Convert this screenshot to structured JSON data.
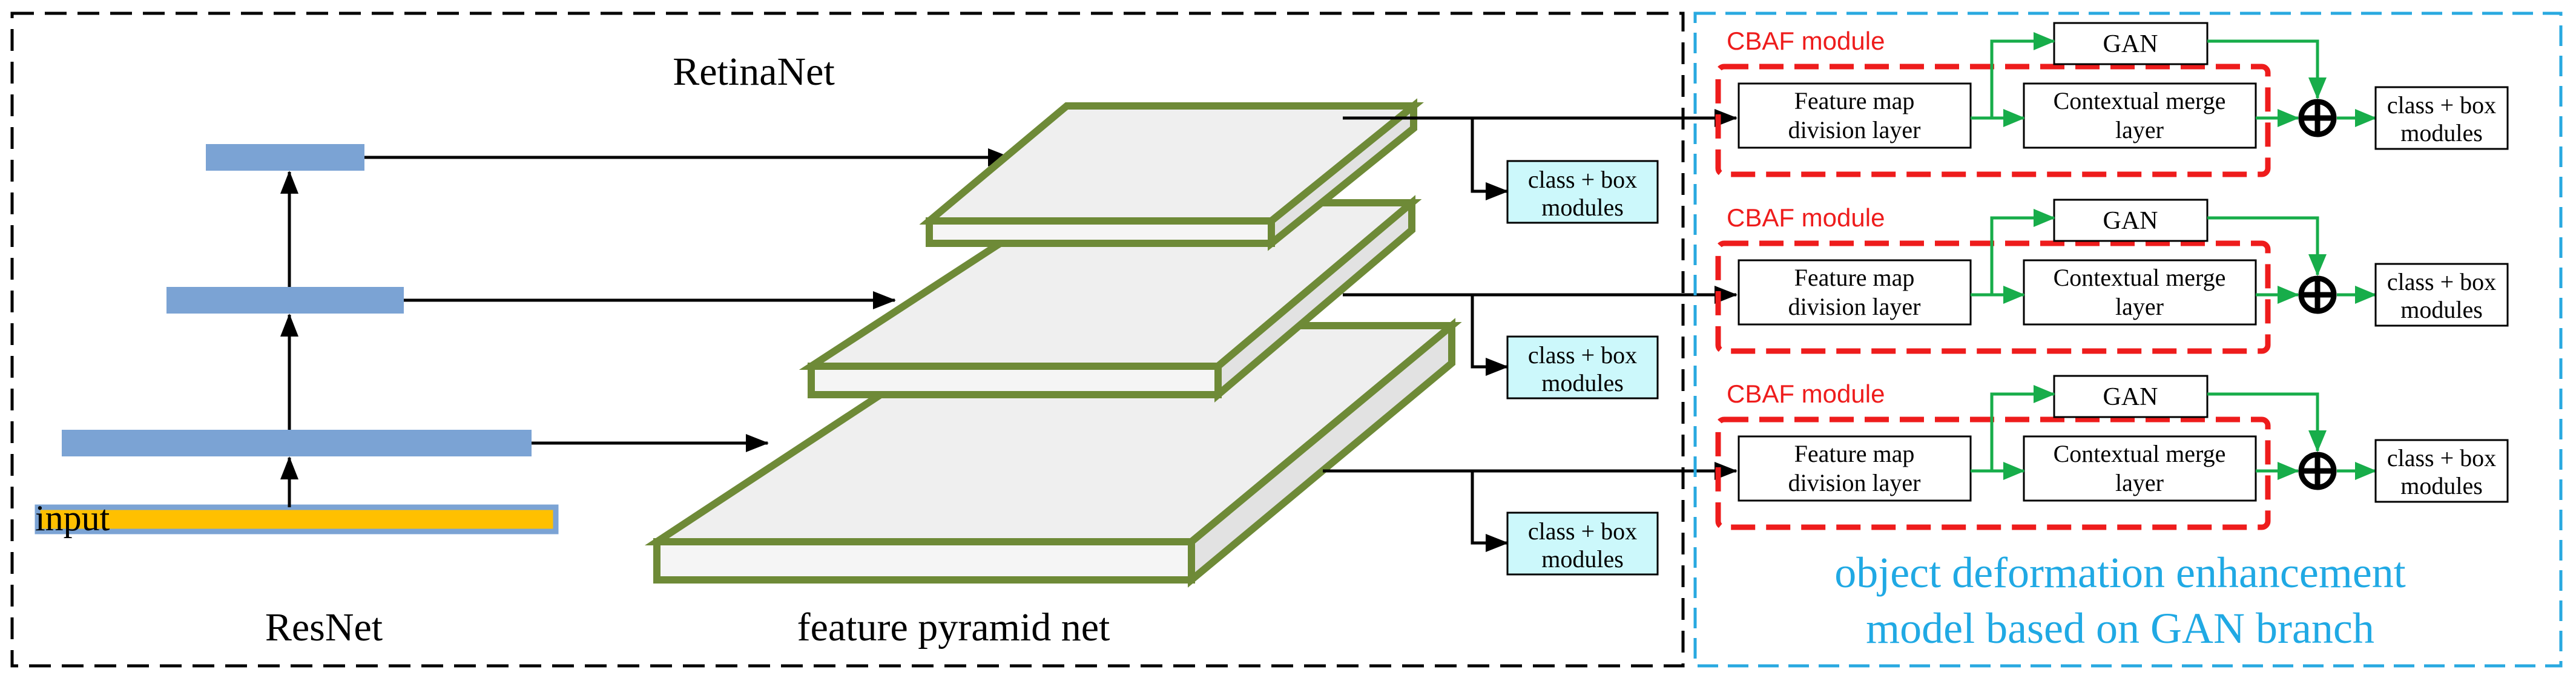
{
  "retina": {
    "title": "RetinaNet",
    "resnet_label": "ResNet",
    "input_label": "input",
    "fpn_label": "feature pyramid net"
  },
  "heads": [
    {
      "line1": "class + box",
      "line2": "modules"
    },
    {
      "line1": "class + box",
      "line2": "modules"
    },
    {
      "line1": "class + box",
      "line2": "modules"
    }
  ],
  "branch": {
    "modules": [
      {
        "cbaf_label": "CBAF module",
        "gan": "GAN",
        "fmd_line1": "Feature map",
        "fmd_line2": "division layer",
        "cm_line1": "Contextual merge",
        "cm_line2": "layer",
        "out_line1": "class + box",
        "out_line2": "modules"
      },
      {
        "cbaf_label": "CBAF module",
        "gan": "GAN",
        "fmd_line1": "Feature map",
        "fmd_line2": "division layer",
        "cm_line1": "Contextual merge",
        "cm_line2": "layer",
        "out_line1": "class + box",
        "out_line2": "modules"
      },
      {
        "cbaf_label": "CBAF module",
        "gan": "GAN",
        "fmd_line1": "Feature map",
        "fmd_line2": "division layer",
        "cm_line1": "Contextual merge",
        "cm_line2": "layer",
        "out_line1": "class + box",
        "out_line2": "modules"
      }
    ],
    "caption_line1": "object deformation enhancement",
    "caption_line2": "model based on GAN branch"
  },
  "colors": {
    "retina_border": "#000000",
    "branch_border": "#29a9e0",
    "resnet_bar": "#7ba3d4",
    "input_fill": "#ffc000",
    "fpn_stroke": "#6e8a37",
    "fpn_face": "#efefef",
    "head_fill": "#ccf8fb",
    "cbaf_red": "#ee1c1c",
    "green_arrow": "#17ad4a",
    "caption_blue": "#20a9e4"
  }
}
